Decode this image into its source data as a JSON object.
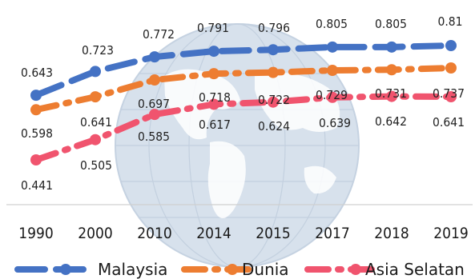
{
  "chart_data": {
    "type": "line",
    "title": "",
    "xlabel": "",
    "ylabel": "",
    "categories": [
      "1990",
      "2000",
      "2010",
      "2014",
      "2015",
      "2017",
      "2018",
      "2019"
    ],
    "ylim": [
      0.3,
      0.85
    ],
    "grid": false,
    "legend_position": "bottom",
    "series": [
      {
        "name": "Malaysia",
        "color": "#4472C4",
        "line_style": "dashed",
        "values": [
          0.643,
          0.723,
          0.772,
          0.791,
          0.796,
          0.805,
          0.805,
          0.81
        ],
        "labels": [
          "0.643",
          "0.723",
          "0.772",
          "0.791",
          "0.796",
          "0.805",
          "0.805",
          "0.81"
        ]
      },
      {
        "name": "Dunia",
        "color": "#ED7D31",
        "line_style": "dash-dot",
        "values": [
          0.598,
          0.641,
          0.697,
          0.718,
          0.722,
          0.729,
          0.731,
          0.737
        ],
        "labels": [
          "0.598",
          "0.641",
          "0.697",
          "0.718",
          "0.722",
          "0.729",
          "0.731",
          "0.737"
        ]
      },
      {
        "name": "Asia Selatan",
        "color": "#F0546E",
        "line_style": "dash-dot",
        "values": [
          0.441,
          0.505,
          0.585,
          0.617,
          0.624,
          0.639,
          0.642,
          0.641
        ],
        "labels": [
          "0.441",
          "0.505",
          "0.585",
          "0.617",
          "0.624",
          "0.639",
          "0.642",
          "0.641"
        ]
      }
    ]
  }
}
